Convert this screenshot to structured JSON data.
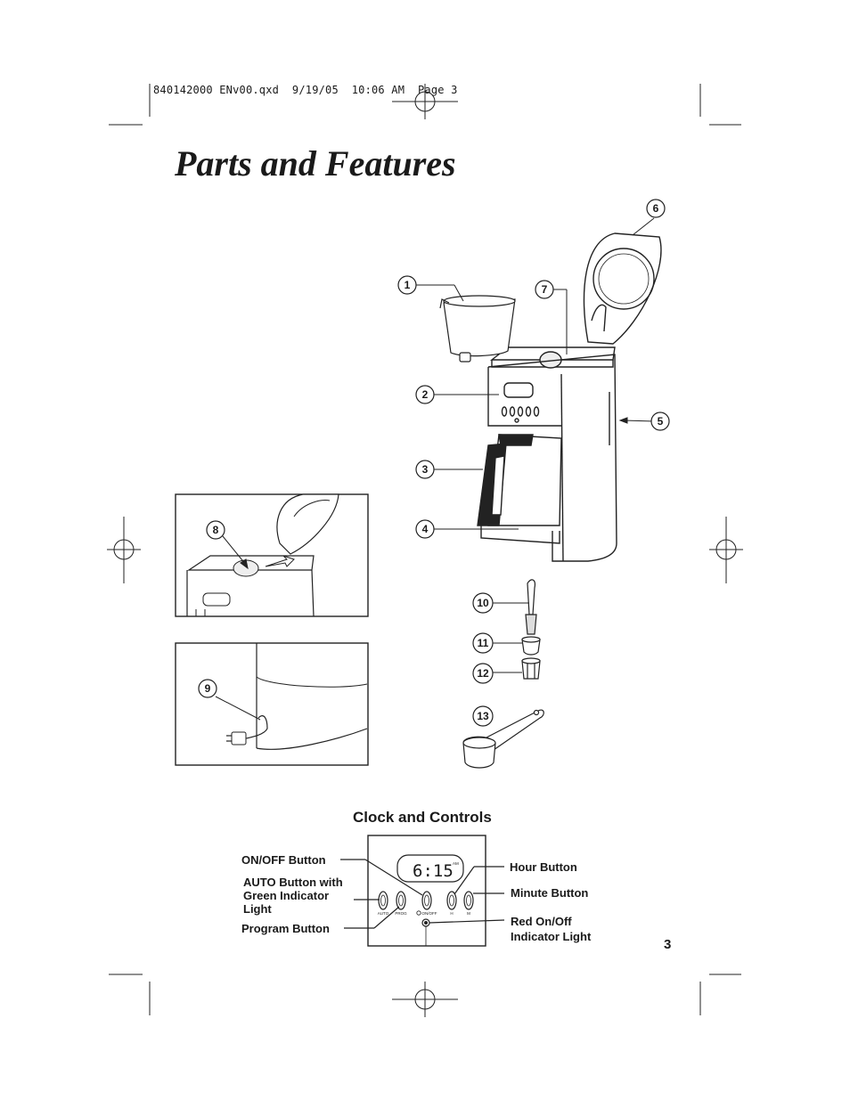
{
  "header": {
    "text": "840142000 ENv00.qxd  9/19/05  10:06 AM  Page 3"
  },
  "title": "Parts and Features",
  "callouts": [
    "1",
    "2",
    "3",
    "4",
    "5",
    "6",
    "7",
    "8",
    "9",
    "10",
    "11",
    "12",
    "13"
  ],
  "section": {
    "title": "Clock and Controls"
  },
  "controls": {
    "display_time": "6:15",
    "display_ampm": "AM",
    "labels": {
      "on_off": "ON/OFF Button",
      "auto": [
        "AUTO Button with",
        "Green Indicator",
        "Light"
      ],
      "program": "Program Button",
      "hour": "Hour Button",
      "minute": "Minute Button",
      "red_light": [
        "Red On/Off",
        "Indicator Light"
      ]
    },
    "button_labels": [
      "AUTO",
      "PROG",
      "ON/OFF",
      "H",
      "M"
    ]
  },
  "page_number": "3"
}
